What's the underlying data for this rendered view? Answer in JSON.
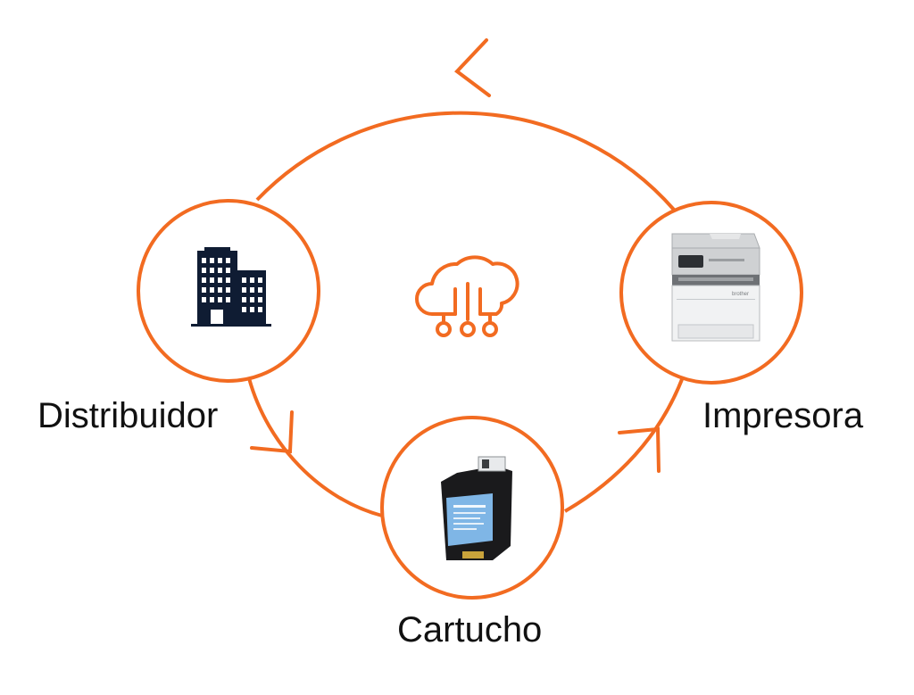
{
  "colors": {
    "accent": "#f26b21",
    "building": "#0f1c33",
    "text": "#111111"
  },
  "nodes": {
    "distribuidor": {
      "label": "Distribuidor",
      "icon": "building-icon"
    },
    "impresora": {
      "label": "Impresora",
      "icon": "printer-icon",
      "brand": "brother"
    },
    "cartucho": {
      "label": "Cartucho",
      "icon": "ink-cartridge-icon"
    }
  },
  "center": {
    "icon": "cloud-network-icon"
  }
}
